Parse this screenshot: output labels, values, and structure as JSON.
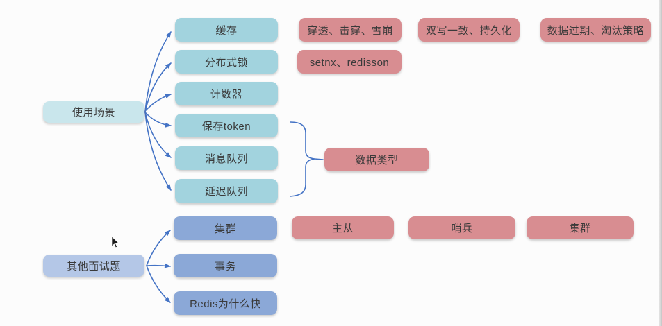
{
  "colors": {
    "background": "#fcfcfc",
    "connector": "#4473c5",
    "branch_topic": "#a2d3de",
    "root_usage": "#c9e6ec",
    "root_other": "#b4c7e7",
    "branch_other": "#8ba8d7",
    "note": "#d88d91",
    "text": "#3a3a3a"
  },
  "mindmap": {
    "usage": {
      "label": "使用场景",
      "children": [
        {
          "label": "缓存",
          "notes": [
            "穿透、击穿、雪崩",
            "双写一致、持久化",
            "数据过期、淘汰策略"
          ]
        },
        {
          "label": "分布式锁",
          "notes": [
            "setnx、redisson"
          ]
        },
        {
          "label": "计数器"
        },
        {
          "label": "保存token"
        },
        {
          "label": "消息队列"
        },
        {
          "label": "延迟队列"
        }
      ],
      "grouped_note": {
        "label": "数据类型",
        "applies_to": [
          "保存token",
          "消息队列",
          "延迟队列"
        ]
      }
    },
    "other": {
      "label": "其他面试题",
      "children": [
        {
          "label": "集群",
          "notes": [
            "主从",
            "哨兵",
            "集群"
          ]
        },
        {
          "label": "事务"
        },
        {
          "label": "Redis为什么快"
        }
      ]
    }
  }
}
